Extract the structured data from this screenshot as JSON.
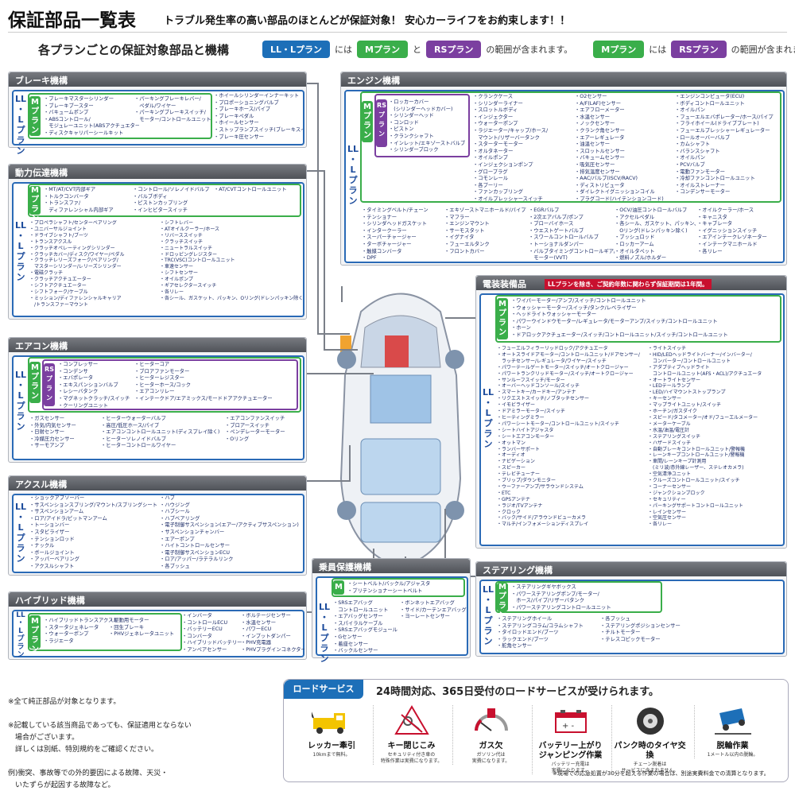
{
  "header": {
    "title": "保証部品一覧表",
    "tagline": "トラブル発生率の高い部品のほとんどが保証対象！ 安心カーライフをお約束します！！"
  },
  "legend": {
    "subtitle": "各プランごとの保証対象部品と機構",
    "pill_ll": "LL・Lプラン",
    "ni": "には",
    "pill_m": "Mプラン",
    "to": "と",
    "pill_rs": "RSプラン",
    "covered": "の範囲が含まれます。",
    "pill_m2": "Mプラン",
    "ni2": "には",
    "pill_rs2": "RSプラン",
    "covered2": "の範囲が含まれます。"
  },
  "labels": {
    "ll": "LL\n・\nL\nプ\nラ\nン",
    "m": "M\nプ\nラ\nン",
    "rs": "RS\nプ\nラ\nン"
  },
  "brake": {
    "title": "ブレーキ機構",
    "m_col1": "・ブレーキマスターシリンダー\n・ブレーキブースター\n・バキュームポンプ\n・ABSコントロール/\n　モジュレーユニット(ABSアクチュエター)\n・ディスクキャリパーシールキット",
    "m_col2": "・パーキングブレーキレバー/\n　ペダル/ワイヤー\n・パーキングブレーキスイッチ/\n　モーター/コントロールユニット",
    "l_col": "・ホイールシリンダーインナーキット\n・プロポーショニングバルブ\n・ブレーキホース/パイプ\n・ブレーキペダル\n・ホイールセンサー\n・ストップランプスイッチ(ブレーキスイッチ)\n・ブレーキ圧センサー"
  },
  "drive": {
    "title": "動力伝達機構",
    "m_col1": "・MT/AT/CVT内部ギア\n・トルクコンバータ\n・トランスファ/\n　ディファレンシャル内部ギア",
    "m_col2": "・コントロール/ソレノイドバルブ\n・バルブボディ\n・ピストンカップリング\n・インヒビタースイッチ",
    "m_col3": "・AT/CVTコントロールユニット",
    "l_col1": "・プロペラシャフト/センターベアリング\n・ユニバーサルジョイント\n・ドライブシャフト/ブーツ\n・トランスアクスル\n・クラッチオペレーティングシリンダー\n・クラッチカバー/ディスク/ワイヤー/ペダル\n・クラッチレリーズフォーク/ベアリング/\n　マスターシリンダー/レリーズシリンダー\n・電磁クラッチ\n・クラッチアクチュエーター\n・シフトアクチュエーター\n・シフトフォーク/ケーブル\n・ミッション/ディファレンシャルキャリア\n　/トランスファーマウント",
    "l_col2": "・シフトレバー\n・ATオイルクーラー/ホース\n・リバーススイッチ\n・クラッチスイッチ\n・ニュートラルスイッチ\n・ドロッピングレジスター\n・TRC(VSC)コントロールユニット\n・車速センサー\n・シフトセンサー\n・オイルポンプ\n・ギアセレクタースイッチ\n・各リレー\n・各シール、ガスケット、パッキン、Oリング(ドレンパッキン除く)"
  },
  "aircon": {
    "title": "エアコン機構",
    "rs_col1": "・コンプレッサー\n・コンデンサ\n・エバポレータ\n・エキスパンションバルブ\n・レシーバタンク\n・マグネットクラッチ/スイッチ\n・クーリングユニット",
    "rs_col2": "・ヒーターコア\n・ブロアファンモーター\n・ヒーターレジスター\n・ヒーターホース/コック\n・エアコンリレー\n・インテークドア/エアミックス/モードドアアクチュエーター",
    "l_col1": "・ガスセンサー\n・外気/内気センサー\n・日射センサー\n・冷媒圧力センサー\n・サーモアンプ",
    "l_col2": "・ヒーターウォーターバルブ\n・高圧/低圧ホース/パイプ\n・エアコンコントロールユニット(ディスプレイ除く)\n・ヒーターソレノイドバルブ\n・ヒーターコントロールワイヤー",
    "l_col3": "・エアコンファンスイッチ\n・ブロアースイッチ\n・ペンデレーターモーター\n・Oリング"
  },
  "axle": {
    "title": "アクスル機構",
    "l_col1": "・ショックアブソーバー\n・サスペンションスプリング/マウント/スプリングシート\n・サスペンションアーム\n・ロア/アイドラ/ピットマンアーム\n・トーションバー\n・スタビライザー\n・テンションロッド\n・ナックル\n・ボールジョイント\n・アッパーベアリング\n・アクスルシャフト",
    "l_col2": "・ハブ\n・ハウジング\n・ハブシール\n・ハブベアリング\n・電子制御サスペンション(エアー/アクティブサスペンション)\n・サスペンションチャンバー\n・エアーポンプ\n・ハイトコントロールセンサー\n・電子制御サスペンションECU\n・ロア/アッパー/ラテラルリンク\n・各ブッシュ"
  },
  "hybrid": {
    "title": "ハイブリッド機構",
    "m_col1": "・ハイブリッドトランスアクスル\n・スタータジェネレータ\n・ウォーターポンプ\n・ラジエータ",
    "m_col2": "・駆動用モーター\n・回生ブレーキ\n・PHVジェネレータユニット",
    "l_col1": "・インバータ\n・コントロールECU\n・バッテリーECU\n・コンバータ\n・ハイブリッドバッテリー\n・アンペアセンサー",
    "l_col2": "・ボルテージセンサー\n・水温センサー\n・パワーECU\n・インプットダンパー\n・PHV充電器\n・PHVプラグインコネクター"
  },
  "occupant": {
    "title": "乗員保護機構",
    "m_text": "・シートベルト/バックル/アジャスタ\n・プリテンショナーシートベルト",
    "l_col1": "・SRSエアバッグ\n　コントロールユニット\n・エアバッグセンサー\n・スパイラルケーブル\n・SRSエアバッグモジュール\n・Gセンサー\n・着座センサー\n・バックルセンサー",
    "l_col2": "・ボンネットエアバッグ\n・サイド/カーテンエアバッグ\n・ヨーレートセンサー"
  },
  "engine": {
    "title": "エンジン機構",
    "rs_col": "・ロッカーカバー\n　(シリンダーヘッドカバー)\n・シリンダーヘッド\n・コンロッド\n・ピストン\n・クランクシャフト\n・インレット/エキゾーストバルブ\n・シリンダーブロック",
    "m_col1": "・クランクケース\n・シリンダーライナー\n・スロットルボディ\n・インジェクター\n・ウォーターポンプ\n・ラジエーター/キャップ/ホース/\n　マウント/リザーバータンク\n・スターターモーター\n・オルタネーター\n・オイルポンプ\n・インジェクションポンプ\n・グロープラグ\n・コモンレール\n・各プーリー\n・ファンカップリング\n・オイルプレッシャースイッチ",
    "m_col2": "・O2センサー\n・A/F(LAF)センサー\n・エアフローメーター\n・水温センサー\n・ノックセンサー\n・クランク角センサー\n・エアーレギュレータ\n・油温センサー\n・スロットルセンサー\n・バキュームセンサー\n・吸気圧センサー\n・排気温度センサー\n・AAC/バルブ(ISCV/RACV)\n・ディストリビュータ\n・ダイレクトイグニッションコイル\n・プラグコード(ハイテンションコード)",
    "m_col3": "・エンジンコンピュータ(ECU)\n・ボディコントロールユニット\n・オイルパン\n・フューエルエバポレーター/ホース/パイプ\n・フライホイール(ドライブプレート)\n・フューエルプレッシャーレギュレーター\n・ロールオーバーバルブ\n・カムシャフト\n・バランスシャフト\n・オイルパン\n・PCVバルブ\n・電動ファンモーター\n・冷却ファンコントロールユニット\n・オイルストレーナー\n・コンデンサーモーター",
    "l_col1": "・タイミングベルト/チェーン\n・テンショナー\n・シリンダヘッドガスケット\n・インタークーラー\n・スーパーチャージャー\n・ターボチャージャー\n・触媒コンバータ\n・DPF",
    "l_col2": "・エキゾーストマニホールド/パイプ\n・マフラー\n・エンジンマウント\n・サーモスタット\n・イグナイタ\n・フューエルタンク\n・フロントカバー",
    "l_col3": "・EGRバルブ\n・2次エアバルブ/ポンプ\n・ブローバイホース\n・ウエストゲートバルブ\n・スワールコントロールバルブ\n・トーショナルダンパー\n・バルブタイミングコントロールギア/\n　モーター(VVT)",
    "l_col4": "・OCV/油圧コントロールバルブ\n・アクセルペダル\n・各シール、ガスケット、パッキン、\n　Oリング(ドレンパッキン除く)\n・ブッシュロッド\n・ロッカーアーム\n・オイルタペット\n・燃料ノズル/ホルダー",
    "l_col5": "・オイルクーラー/ホース\n・キャニスタ\n・キャブレータ\n・イグニッションスイッチ\n・エアインテークレゾネーター\n・インテークマニホールド\n・各リレー"
  },
  "electrical": {
    "title": "電装装備品",
    "note": "LLプランを除き、ご契約年数に関わらず保証期間は1年間。",
    "m_text": "・ワイパーモーター/アンプ/スイッチ/コントロールユニット\n・ウォッシャーモーター/スイッチ/タンク/レベライザー\n・ヘッドライトウォッシャーモーター\n・パワーウインドウモーター/レギュレータ/モーターアンプ/スイッチ/コントロールユニット\n・ホーン\n・ドアロックアクチュエーター/スイッチ/コントロールユニット/スイッチ/コントロールユニット",
    "l_col1": "・フューエルフィラーリッドロック/アクチュエータ\n・オートスライドアモーター/コントロールユニット/ドアセンサー/\n　ラッチセンサー/レギュレータ/ワイヤー/スイッチ\n・パワーテールゲートモーター/スイッチ/オートクロージャー\n・パワートランクリッドモーター/スイッチ/オートクロージャー\n・サンルーフスイッチ/モーター\n・オーバーヘッドコンソール/スイッチ\n・スマートキー/カードキー/アンテナ\n・リクエストスイッチ/ノブタッチセンサー\n・イモビライザー\n・ドアミラーモーター/スイッチ\n・ヒーティングミラー\n・パワーシートモーター/コントロールユニット/スイッチ\n・シートハイトアジャスタ\n・シートエアコンモーター\n・オットマン\n・ランバーサポート\n・オーディオ\n・ナビゲーション\n・スピーカー\n・テレビチューナー\n・ブリップ/ダウンモニター\n・ウーファーアンプ/サラウンドシステム\n・ETC\n・GPSアンテナ\n・ラジオ/TVアンテナ\n・クロック\n・バック/サイド/アラウンドビューカメラ\n・マルチ/インフォメーションディスプレイ",
    "l_col2": "・ライトスイッチ\n・HID/LEDヘッドライトバーナー/インバーター/\n　コンバーター/コントロールユニット\n・アダプティブヘッドライト\n　コントロールユニット(AFS・ACL)/アクチュエータ\n・オートライトセンサー\n・LEDテールランプ\n・LED/ハイマウントストップランプ\n・キーセンサー\n・マップライトユニット/スイッチ\n・ホーチン/ガスダイク\n・スピード/タコメーター/オド/フューエルメーター\n・メーターケーブル\n・水温/油温/電圧計\n・ステアリングスイッチ\n・ハザードスイッチ\n・自動ブレーキコントロールユニット/警報機\n・レーンキープコントロールユニット/警報機\n・車間/レーンキープ計測用\n　(ミリ波/赤外線レーザー、ステレオカメラ)\n・空気清浄ユニット\n・クルーズコントロールユニット/スイッチ\n・コーナーセンサー\n・ジャンクションブロック\n・セキュリティー\n・パーキングサポートコントロールユニット\n・レインセンサー\n・空気圧センサー\n・各リレー"
  },
  "steering": {
    "title": "ステアリング機構",
    "m_text": "・ステアリングギヤボックス\n・パワーステアリングポンプ/モーター/\n　ホース/パイプ/リザーバタンク\n・パワーステアリングコントロールユニット",
    "l_col1": "・ステアリングホイール\n・ステアリングコラム/コラムシャフト\n・タイロッドエンド/ブーツ\n・ラックエンド/ブーツ\n・舵角センサー",
    "l_col2": "・各ブッシュ\n・ステアリングポジションセンサー\n・チルトモーター\n・テレスコピックモーター"
  },
  "footnotes": "※全て純正部品が対象となります。\n\n※記載している該当商品であっても、保証適用とならない\n　場合がございます。\n　詳しくは別紙、特別規約をご確認ください。\n\n例)衝突、事故等での外的要因による故障、天災・\n　いたずらが起因する故障など。",
  "road": {
    "header": "ロードサービス",
    "lead": "24時間対応、365日受付のロードサービスが受けられます。",
    "note": "※現場での応急処置が30分を超える作業の場合は、別途実費料金での清算となります。",
    "services": [
      {
        "name": "レッカー牽引",
        "desc": "10kmまで無料。",
        "icon": "tow-truck-icon"
      },
      {
        "name": "キー閉じこみ",
        "desc": "セキュリティ付き車の\n特殊作業は実費になります。",
        "icon": "key-lock-icon"
      },
      {
        "name": "ガス欠",
        "desc": "ガソリン代は\n実費になります。",
        "icon": "fuel-gauge-icon"
      },
      {
        "name": "バッテリー上がり\nジャンピング作業",
        "desc": "バッテリー充電は\n実費になります。",
        "icon": "battery-icon"
      },
      {
        "name": "パンク時のタイヤ交換",
        "desc": "チェーン脱着は\nサービスに含まれません。",
        "icon": "tire-icon"
      },
      {
        "name": "脱輪作業",
        "desc": "1メートル以内の脱輪。",
        "icon": "wheel-drop-icon"
      }
    ]
  }
}
